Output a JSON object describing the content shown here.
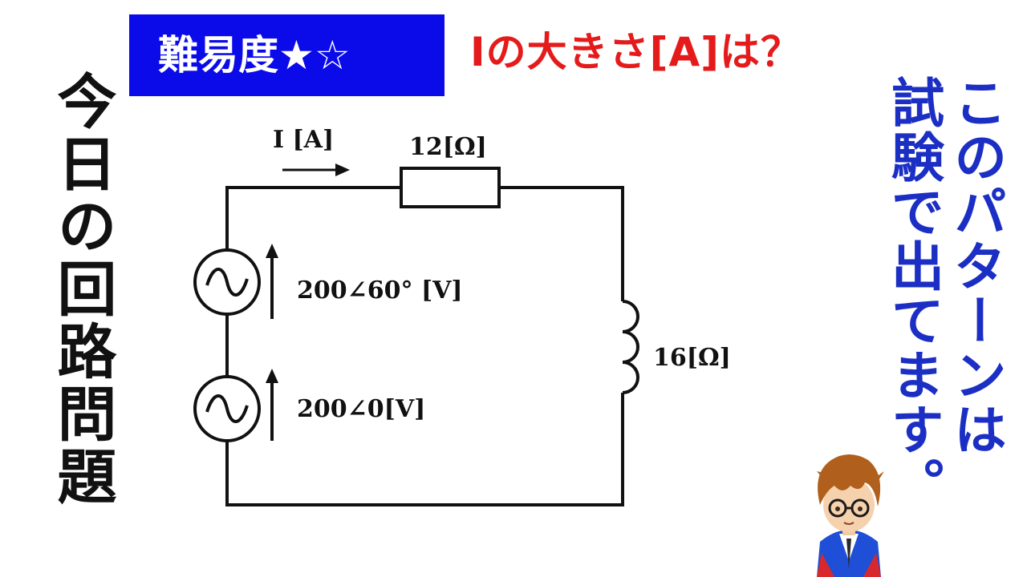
{
  "header": {
    "difficulty": "難易度★☆",
    "question": "Iの大きさ[A]は？"
  },
  "left_title": "今日の回路問題",
  "right_note": {
    "line1": "このパターンは",
    "line2": "試験で出てます。"
  },
  "circuit": {
    "current_label": "I [A]",
    "resistor_label": "12[Ω]",
    "inductor_label": "16[Ω]",
    "source1_label": "200∠60° [V]",
    "source2_label": "200∠0[V]"
  },
  "colors": {
    "difficulty_bg": "#0b0bea",
    "question_text": "#e51b1b",
    "note_text": "#1c2fc4",
    "line": "#111111"
  },
  "icons": {
    "ac_source": "ac-source-icon",
    "mascot": "mascot-character-icon"
  }
}
